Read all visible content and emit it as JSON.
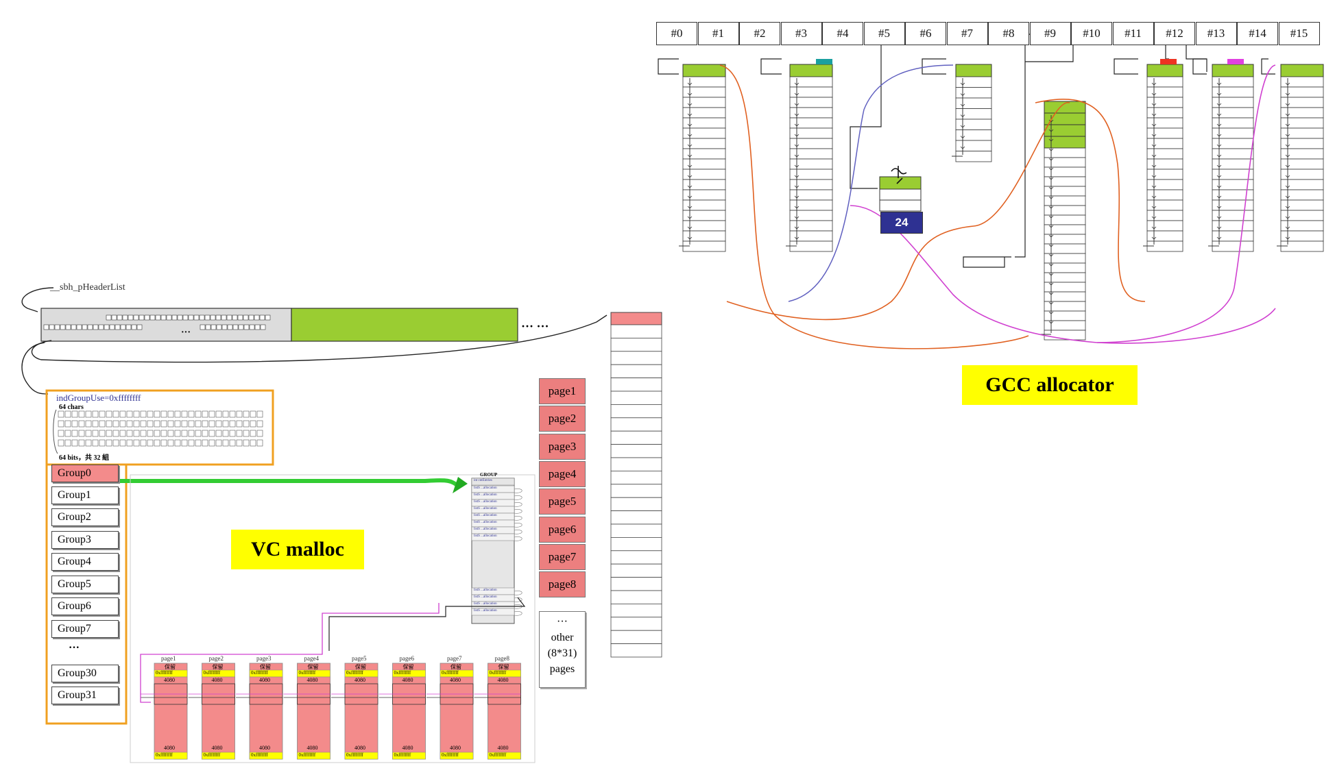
{
  "gcc": {
    "title": "GCC allocator",
    "free_list_headers": [
      "#0",
      "#1",
      "#2",
      "#3",
      "#4",
      "#5",
      "#6",
      "#7",
      "#8",
      "#9",
      "#10",
      "#11",
      "#12",
      "#13",
      "#14",
      "#15"
    ],
    "chunk_size_label": "24"
  },
  "vc": {
    "title": "VC malloc",
    "header_list_label": "__sbh_pHeaderList",
    "ellipsis_right": "··· ···",
    "ellipsis_mid": "···",
    "ind_group_use": "indGroupUse=0xffffffff",
    "chars_note": "64 chars",
    "bits_note": "64 bits，共 32 組",
    "groups": [
      "Group0",
      "Group1",
      "Group2",
      "Group3",
      "Group4",
      "Group5",
      "Group6",
      "Group7",
      "···",
      "Group30",
      "Group31"
    ],
    "pages": [
      "page1",
      "page2",
      "page3",
      "page4",
      "page5",
      "page6",
      "page7",
      "page8"
    ],
    "other_pages": [
      "···",
      "other",
      "(8*31)",
      "pages"
    ],
    "group_struct_title": "GROUP",
    "group_struct_first_row": "int cntEntries",
    "group_struct_row": "listS  ...allocation",
    "mini_pages": [
      "page1",
      "page2",
      "page3",
      "page4",
      "page5",
      "page6",
      "page7",
      "page8"
    ],
    "mini_reserved": "保留",
    "mini_hex": "0xffffffff",
    "mini_size": "4080"
  },
  "colors": {
    "green": "#9acd32",
    "pink": "#f38b8b",
    "yellow": "#ffff00",
    "orange": "#f0a020",
    "navy": "#2e3192",
    "curve_orange": "#e06020",
    "curve_magenta": "#d040d0",
    "curve_blue": "#6060c0"
  }
}
